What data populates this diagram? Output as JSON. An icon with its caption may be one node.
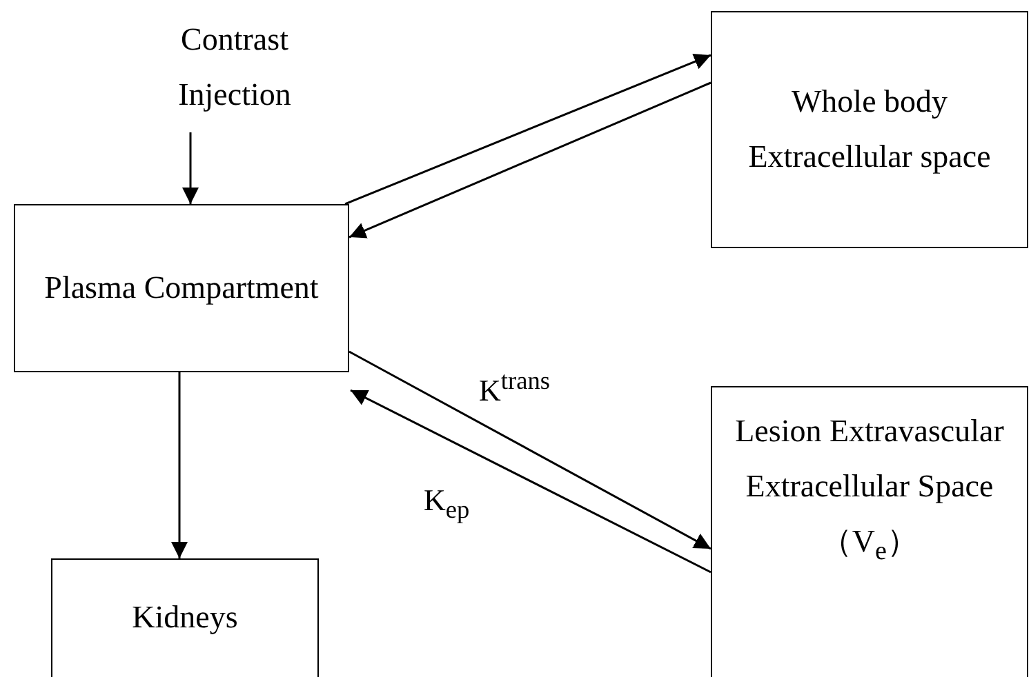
{
  "diagram": {
    "nodes": [
      {
        "text": [
          "Contrast Injection"
        ]
      },
      {
        "text": [
          "Plasma Compartment"
        ]
      },
      {
        "text": [
          "Whole body Extracellular space"
        ]
      },
      {
        "text": [
          "Lesion Extravascular Extracellular Space （V$_{e}$）"
        ]
      },
      {
        "text": [
          "Kidneys"
        ]
      }
    ],
    "edges": [
      {
        "from": 0,
        "to": 1,
        "arrow": "to"
      },
      {
        "from": 1,
        "to": 2,
        "arrow": "to"
      },
      {
        "from": 2,
        "to": 1,
        "arrow": "to"
      },
      {
        "from": 1,
        "to": 3,
        "arrow": "to",
        "label": "K$^{trans}$"
      },
      {
        "from": 3,
        "to": 1,
        "arrow": "to",
        "label": "K$_{ep}$"
      },
      {
        "from": 1,
        "to": 4,
        "arrow": "to"
      }
    ]
  }
}
